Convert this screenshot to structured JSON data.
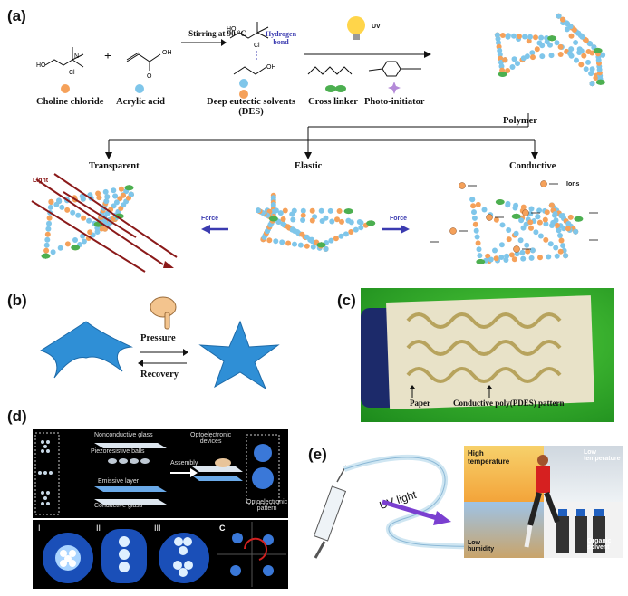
{
  "panel_a": {
    "label": "(a)",
    "reagents": {
      "choline_chloride": "Choline chloride",
      "acrylic_acid": "Acrylic acid",
      "plus": "+",
      "des": "Deep eutectic solvents\n(DES)",
      "stirring": "Stirring at 90 °C",
      "hydrogen_bond": "Hydrogen\nbond",
      "uv": "UV",
      "cross_linker": "Cross linker",
      "photo_initiator": "Photo-initiator",
      "polymer": "Polymer"
    },
    "properties": {
      "transparent": "Transparent",
      "elastic": "Elastic",
      "conductive": "Conductive",
      "light": "Light",
      "force_left": "Force",
      "force_right": "Force",
      "ions": "Ions"
    },
    "colors": {
      "orange": "#f5a15a",
      "blue": "#7fc6ea",
      "green": "#4caf50",
      "purple": "#3b3bb0",
      "red": "#8b1a1a"
    }
  },
  "panel_b": {
    "label": "(b)",
    "pressure": "Pressure",
    "recovery": "Recovery"
  },
  "panel_c": {
    "label": "(c)",
    "paper": "Paper",
    "pattern": "Conductive poly(PDES) pattern"
  },
  "panel_d": {
    "label": "(d)",
    "nonconductive_glass": "Nonconductive glass",
    "piezoresistive_balls": "Piezoresistive balls",
    "emissive_layer": "Emissive layer",
    "conductive_glass": "Conductive glass",
    "assembly": "Assembly",
    "optoelectronic_devices": "Optoelectronic\ndevices",
    "optoelectronic_pattern": "Optoelectronic\npattern",
    "roman": [
      "I",
      "II",
      "III"
    ],
    "c_label": "C"
  },
  "panel_e": {
    "label": "(e)",
    "uv_light": "UV light",
    "high_temperature": "High\ntemperature",
    "low_temperature": "Low\ntemperature",
    "low_humidity": "Low\nhumidity",
    "organic_solvent": "Organic\nsolvent"
  }
}
